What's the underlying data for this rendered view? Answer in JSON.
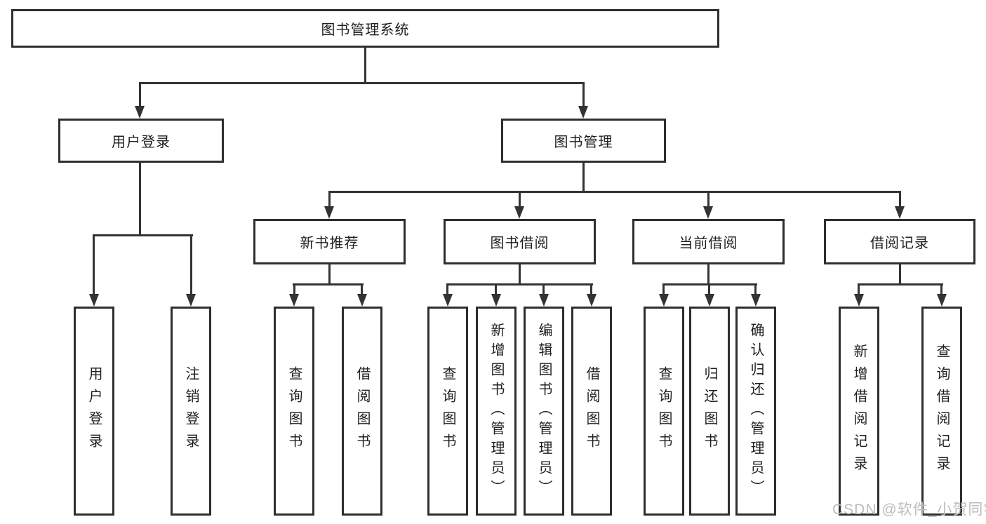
{
  "tree": {
    "root": "图书管理系统",
    "children": [
      {
        "label": "用户登录",
        "children": [
          {
            "label": "用户登录"
          },
          {
            "label": "注销登录"
          }
        ]
      },
      {
        "label": "图书管理",
        "children": [
          {
            "label": "新书推荐",
            "children": [
              {
                "label": "查询图书"
              },
              {
                "label": "借阅图书"
              }
            ]
          },
          {
            "label": "图书借阅",
            "children": [
              {
                "label": "查询图书"
              },
              {
                "label": "新增图书（管理员）"
              },
              {
                "label": "编辑图书（管理员）"
              },
              {
                "label": "借阅图书"
              }
            ]
          },
          {
            "label": "当前借阅",
            "children": [
              {
                "label": "查询图书"
              },
              {
                "label": "归还图书"
              },
              {
                "label": "确认归还（管理员）"
              }
            ]
          },
          {
            "label": "借阅记录",
            "children": [
              {
                "label": "新增借阅记录"
              },
              {
                "label": "查询借阅记录"
              }
            ]
          }
        ]
      }
    ]
  },
  "watermark": "CSDN @软件_小贺同学",
  "colors": {
    "line": "#333333",
    "border": "#2e2e2e",
    "text": "#1f1f1f",
    "watermark": "#bcbcbc"
  }
}
